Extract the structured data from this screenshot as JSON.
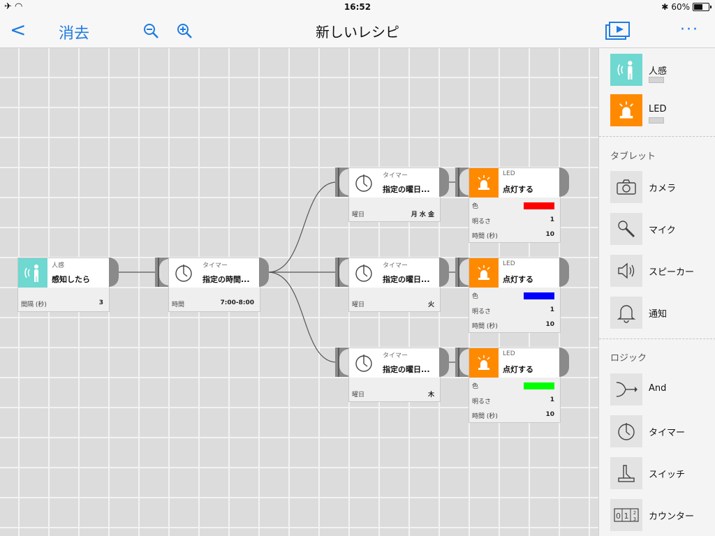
{
  "status": {
    "time": "16:52",
    "battery": "60%"
  },
  "nav": {
    "back_label": "<",
    "delete_label": "消去",
    "title": "新しいレシピ",
    "more_label": "···"
  },
  "colors": {
    "accent": "#1e7be0",
    "sensor": "#6fd8d0",
    "led": "#ff8a00",
    "red": "#ff0000",
    "blue": "#0000ff",
    "green": "#00ff00"
  },
  "nodes": {
    "sensor": {
      "category": "人感",
      "title": "感知したら",
      "row1_label": "間隔 (秒)",
      "row1_value": "3"
    },
    "timer_main": {
      "category": "タイマー",
      "title": "指定の時間...",
      "row1_label": "時間",
      "row1_value": "7:00-8:00"
    },
    "timer1": {
      "category": "タイマー",
      "title": "指定の曜日...",
      "row1_label": "曜日",
      "row1_value": "月 水 金"
    },
    "timer2": {
      "category": "タイマー",
      "title": "指定の曜日...",
      "row1_label": "曜日",
      "row1_value": "火"
    },
    "timer3": {
      "category": "タイマー",
      "title": "指定の曜日...",
      "row1_label": "曜日",
      "row1_value": "木"
    },
    "led1": {
      "category": "LED",
      "title": "点灯する",
      "color_label": "色",
      "brightness_label": "明るさ",
      "brightness": "1",
      "duration_label": "時間 (秒)",
      "duration": "10"
    },
    "led2": {
      "category": "LED",
      "title": "点灯する",
      "color_label": "色",
      "brightness_label": "明るさ",
      "brightness": "1",
      "duration_label": "時間 (秒)",
      "duration": "10"
    },
    "led3": {
      "category": "LED",
      "title": "点灯する",
      "color_label": "色",
      "brightness_label": "明るさ",
      "brightness": "1",
      "duration_label": "時間 (秒)",
      "duration": "10"
    }
  },
  "sidebar": {
    "devices": [
      {
        "label": "人感",
        "icon": "motion-sensor-icon"
      },
      {
        "label": "LED",
        "icon": "led-icon"
      }
    ],
    "tablet_heading": "タブレット",
    "tablet": [
      {
        "label": "カメラ",
        "icon": "camera-icon"
      },
      {
        "label": "マイク",
        "icon": "microphone-icon"
      },
      {
        "label": "スピーカー",
        "icon": "speaker-icon"
      },
      {
        "label": "通知",
        "icon": "bell-icon"
      }
    ],
    "logic_heading": "ロジック",
    "logic": [
      {
        "label": "And",
        "icon": "and-icon"
      },
      {
        "label": "タイマー",
        "icon": "timer-icon"
      },
      {
        "label": "スイッチ",
        "icon": "switch-icon"
      },
      {
        "label": "カウンター",
        "icon": "counter-icon"
      }
    ]
  }
}
